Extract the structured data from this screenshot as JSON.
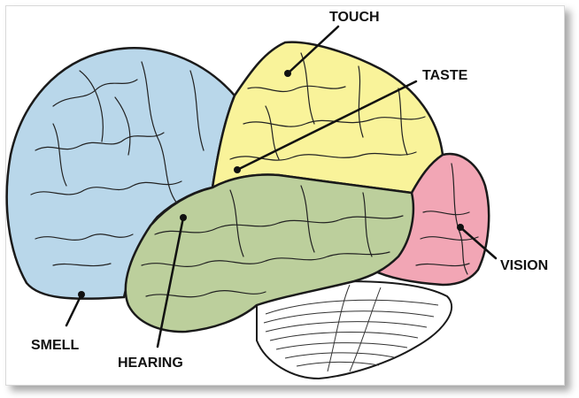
{
  "labels": {
    "touch": "TOUCH",
    "taste": "TASTE",
    "vision": "VISION",
    "smell": "SMELL",
    "hearing": "HEARING"
  },
  "colors": {
    "frontal": "#b9d7ea",
    "parietal": "#f9f39a",
    "temporal": "#bccf9c",
    "occipital": "#f2a6b5",
    "cerebellum": "#ffffff",
    "outline": "#1a1a1a"
  }
}
